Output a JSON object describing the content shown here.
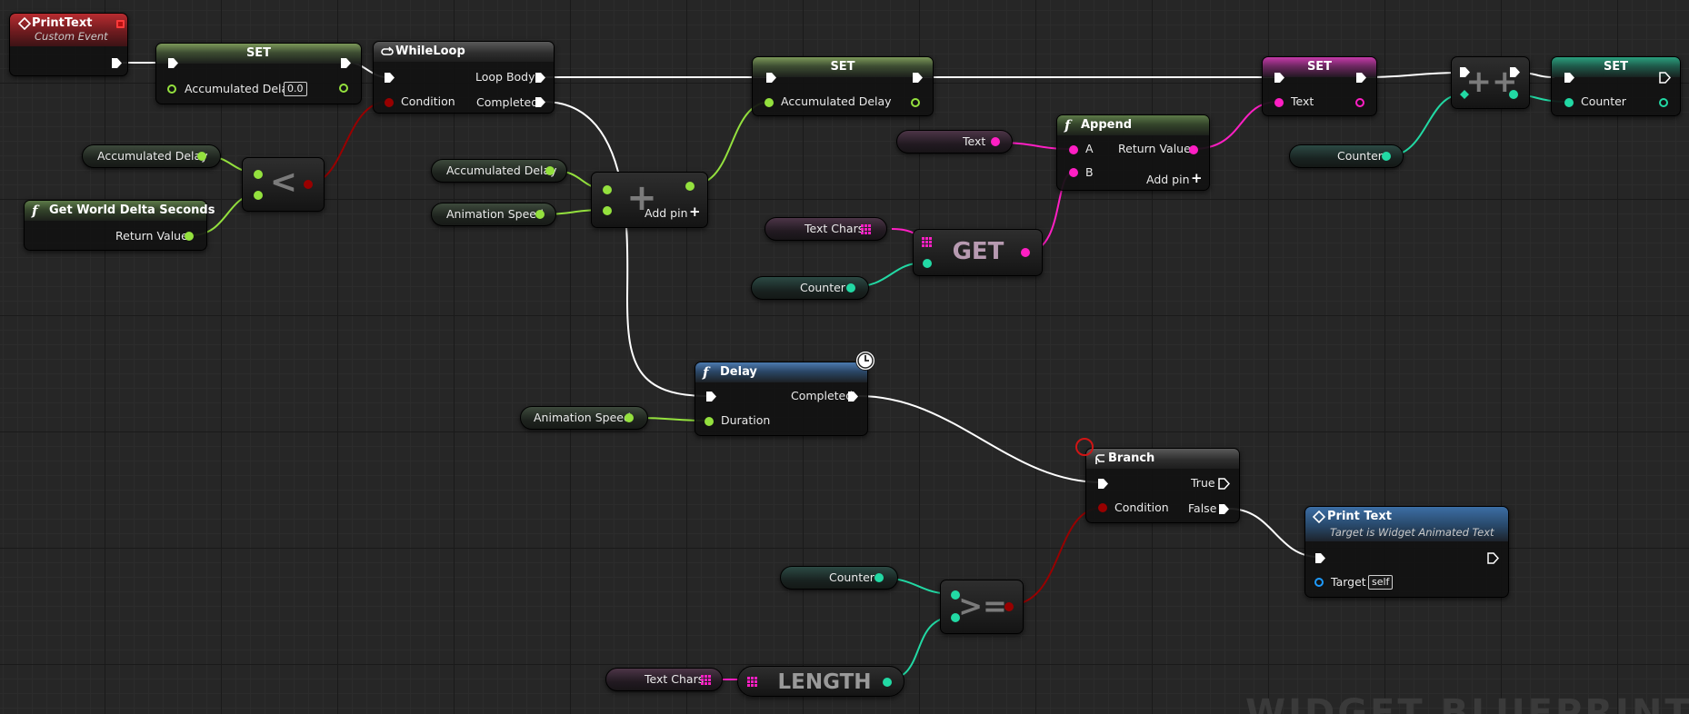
{
  "graph": {
    "watermark": "WIDGET BLUEPRINT",
    "nodes": {
      "print_text_event": {
        "title": "PrintText",
        "subtitle": "Custom Event"
      },
      "set_accum_init": {
        "title": "SET",
        "pin_label": "Accumulated Delay",
        "default_value": "0.0"
      },
      "while_loop": {
        "title": "WhileLoop",
        "loop_body": "Loop Body",
        "condition": "Condition",
        "completed": "Completed"
      },
      "var_accum_1": {
        "label": "Accumulated Delay"
      },
      "get_world_delta": {
        "title": "Get World Delta Seconds",
        "return_value": "Return Value"
      },
      "less_op": {
        "symbol": "<"
      },
      "var_accum_2": {
        "label": "Accumulated Delay"
      },
      "var_anim_speed_1": {
        "label": "Animation Speed"
      },
      "add_op": {
        "symbol": "+",
        "add_pin": "Add pin"
      },
      "set_accum_2": {
        "title": "SET",
        "pin_label": "Accumulated Delay"
      },
      "var_text": {
        "label": "Text"
      },
      "append": {
        "title": "Append",
        "pin_a": "A",
        "pin_b": "B",
        "return_value": "Return Value",
        "add_pin": "Add pin"
      },
      "var_text_chars_1": {
        "label": "Text Chars"
      },
      "var_counter_1": {
        "label": "Counter"
      },
      "get_op": {
        "symbol": "GET"
      },
      "set_text": {
        "title": "SET",
        "pin_label": "Text"
      },
      "increment": {
        "symbol": "++"
      },
      "var_counter_2": {
        "label": "Counter"
      },
      "set_counter": {
        "title": "SET",
        "pin_label": "Counter"
      },
      "delay": {
        "title": "Delay",
        "completed": "Completed",
        "duration": "Duration"
      },
      "var_anim_speed_2": {
        "label": "Animation Speed"
      },
      "branch": {
        "title": "Branch",
        "true_label": "True",
        "false_label": "False",
        "condition": "Condition"
      },
      "print_text_call": {
        "title": "Print Text",
        "subtitle": "Target is Widget Animated Text",
        "target": "Target",
        "target_default": "self"
      },
      "var_counter_3": {
        "label": "Counter"
      },
      "gte_op": {
        "symbol": ">="
      },
      "var_text_chars_2": {
        "label": "Text Chars"
      },
      "length_op": {
        "symbol": "LENGTH"
      }
    },
    "colors": {
      "exec": "#ffffff",
      "float": "#94e13e",
      "text": "#ff1fc4",
      "integer": "#22d9a4",
      "boolean": "#980000",
      "object": "#1e9bff",
      "event_header": "#b82c30",
      "function_header": "#5d7a48",
      "latent_header": "#4c7bb0"
    }
  }
}
